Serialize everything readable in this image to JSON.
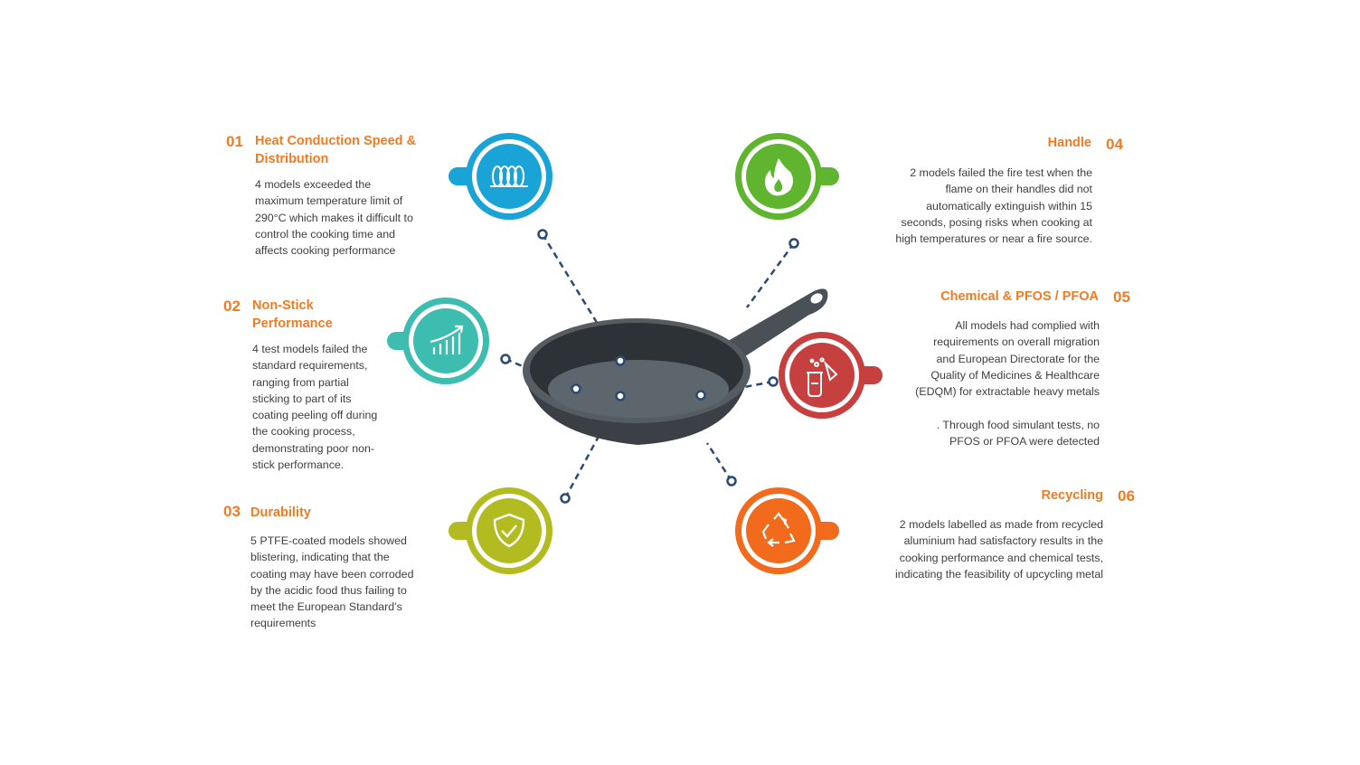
{
  "items": [
    {
      "number": "01",
      "title": "Heat Conduction Speed & Distribution",
      "description": "4 models exceeded the\nmaximum temperature limit of\n290°C which makes it difficult to\ncontrol the cooking time and\naffects cooking performance",
      "icon": "coil-icon",
      "color": "#1aa3d6"
    },
    {
      "number": "02",
      "title": "Non-Stick Performance",
      "description": "4 test models failed the\nstandard requirements,\nranging from partial\nsticking to part of its\ncoating peeling off during\nthe cooking process,\ndemonstrating poor non-\nstick performance.",
      "icon": "growth-chart-icon",
      "color": "#3dbdb0"
    },
    {
      "number": "03",
      "title": "Durability",
      "description": "5 PTFE-coated models showed\nblistering, indicating that the\ncoating may have been corroded\nby the acidic food thus failing to\nmeet the European Standard’s\nrequirements",
      "icon": "shield-check-icon",
      "color": "#b2bb1f"
    },
    {
      "number": "04",
      "title": "Handle",
      "description": "2 models failed the fire test when the\nflame on their handles did not\nautomatically extinguish within 15\nseconds, posing risks when cooking at\nhigh temperatures or near a fire source.",
      "icon": "flame-icon",
      "color": "#5fb52f"
    },
    {
      "number": "05",
      "title": "Chemical & PFOS / PFOA",
      "description": "All models had complied with\nrequirements on overall migration\nand European Directorate for the\nQuality of Medicines & Healthcare\n(EDQM) for extractable heavy metals\n\n.  Through food simulant tests, no\nPFOS or PFOA were detected",
      "icon": "lab-flask-icon",
      "color": "#c6403f"
    },
    {
      "number": "06",
      "title": "Recycling",
      "description": "2 models labelled as made from recycled\naluminium had satisfactory results in the\ncooking performance and chemical tests,\nindicating the feasibility of upcycling metal",
      "icon": "recycle-icon",
      "color": "#f26a1b"
    }
  ],
  "colors": {
    "accent": "#f47a20",
    "connector": "#2b4a73",
    "pan": "#3a4045"
  }
}
